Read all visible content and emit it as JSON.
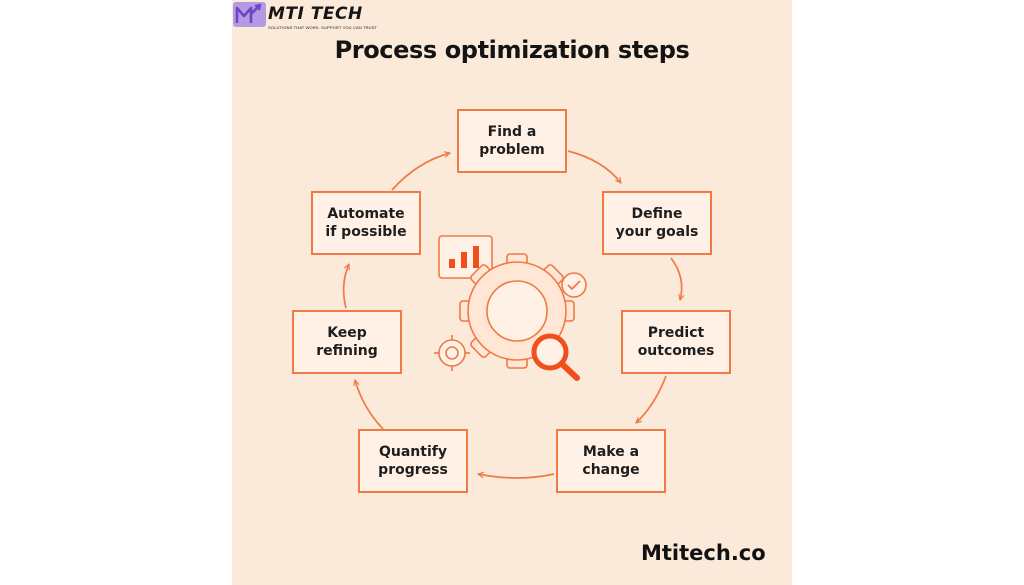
{
  "brand": {
    "name": "MTI TECH",
    "tagline": "SOLUTIONS THAT WORK. SUPPORT YOU CAN TRUST"
  },
  "title": "Process optimization steps",
  "steps": [
    {
      "label": "Find a\nproblem"
    },
    {
      "label": "Define\nyour goals"
    },
    {
      "label": "Predict\noutcomes"
    },
    {
      "label": "Make a\nchange"
    },
    {
      "label": "Quantify\nprogress"
    },
    {
      "label": "Keep\nrefining"
    },
    {
      "label": "Automate\nif possible"
    }
  ],
  "center_icons": [
    "bar-chart-icon",
    "gear-icon",
    "magnifier-icon",
    "check-circle-icon",
    "target-icon"
  ],
  "colors": {
    "accent": "#f07a45",
    "magnifier": "#f04e1b",
    "background": "#fbe9d9",
    "box_fill": "#fff1e6",
    "text": "#1e1e1e"
  },
  "footer": {
    "site": "Mtitech.co"
  }
}
